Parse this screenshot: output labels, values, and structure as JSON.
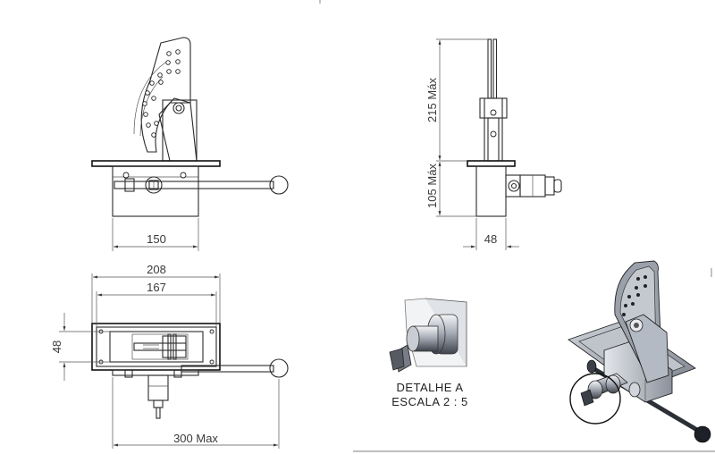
{
  "front_view": {
    "width_label": "150"
  },
  "side_view": {
    "height_upper_label": "215 Máx",
    "height_lower_label": "105 Máx",
    "width_label": "48"
  },
  "top_view": {
    "outer_width_label": "208",
    "inner_width_label": "167",
    "depth_label": "48",
    "overall_label": "300 Max"
  },
  "detail": {
    "title": "DETALHE A",
    "scale": "ESCALA 2 : 5"
  },
  "colors": {
    "line": "#2a2a2a",
    "metal_light": "#d8dbe0",
    "metal_dark": "#5a5f6a",
    "plate": "#aab0ba"
  }
}
